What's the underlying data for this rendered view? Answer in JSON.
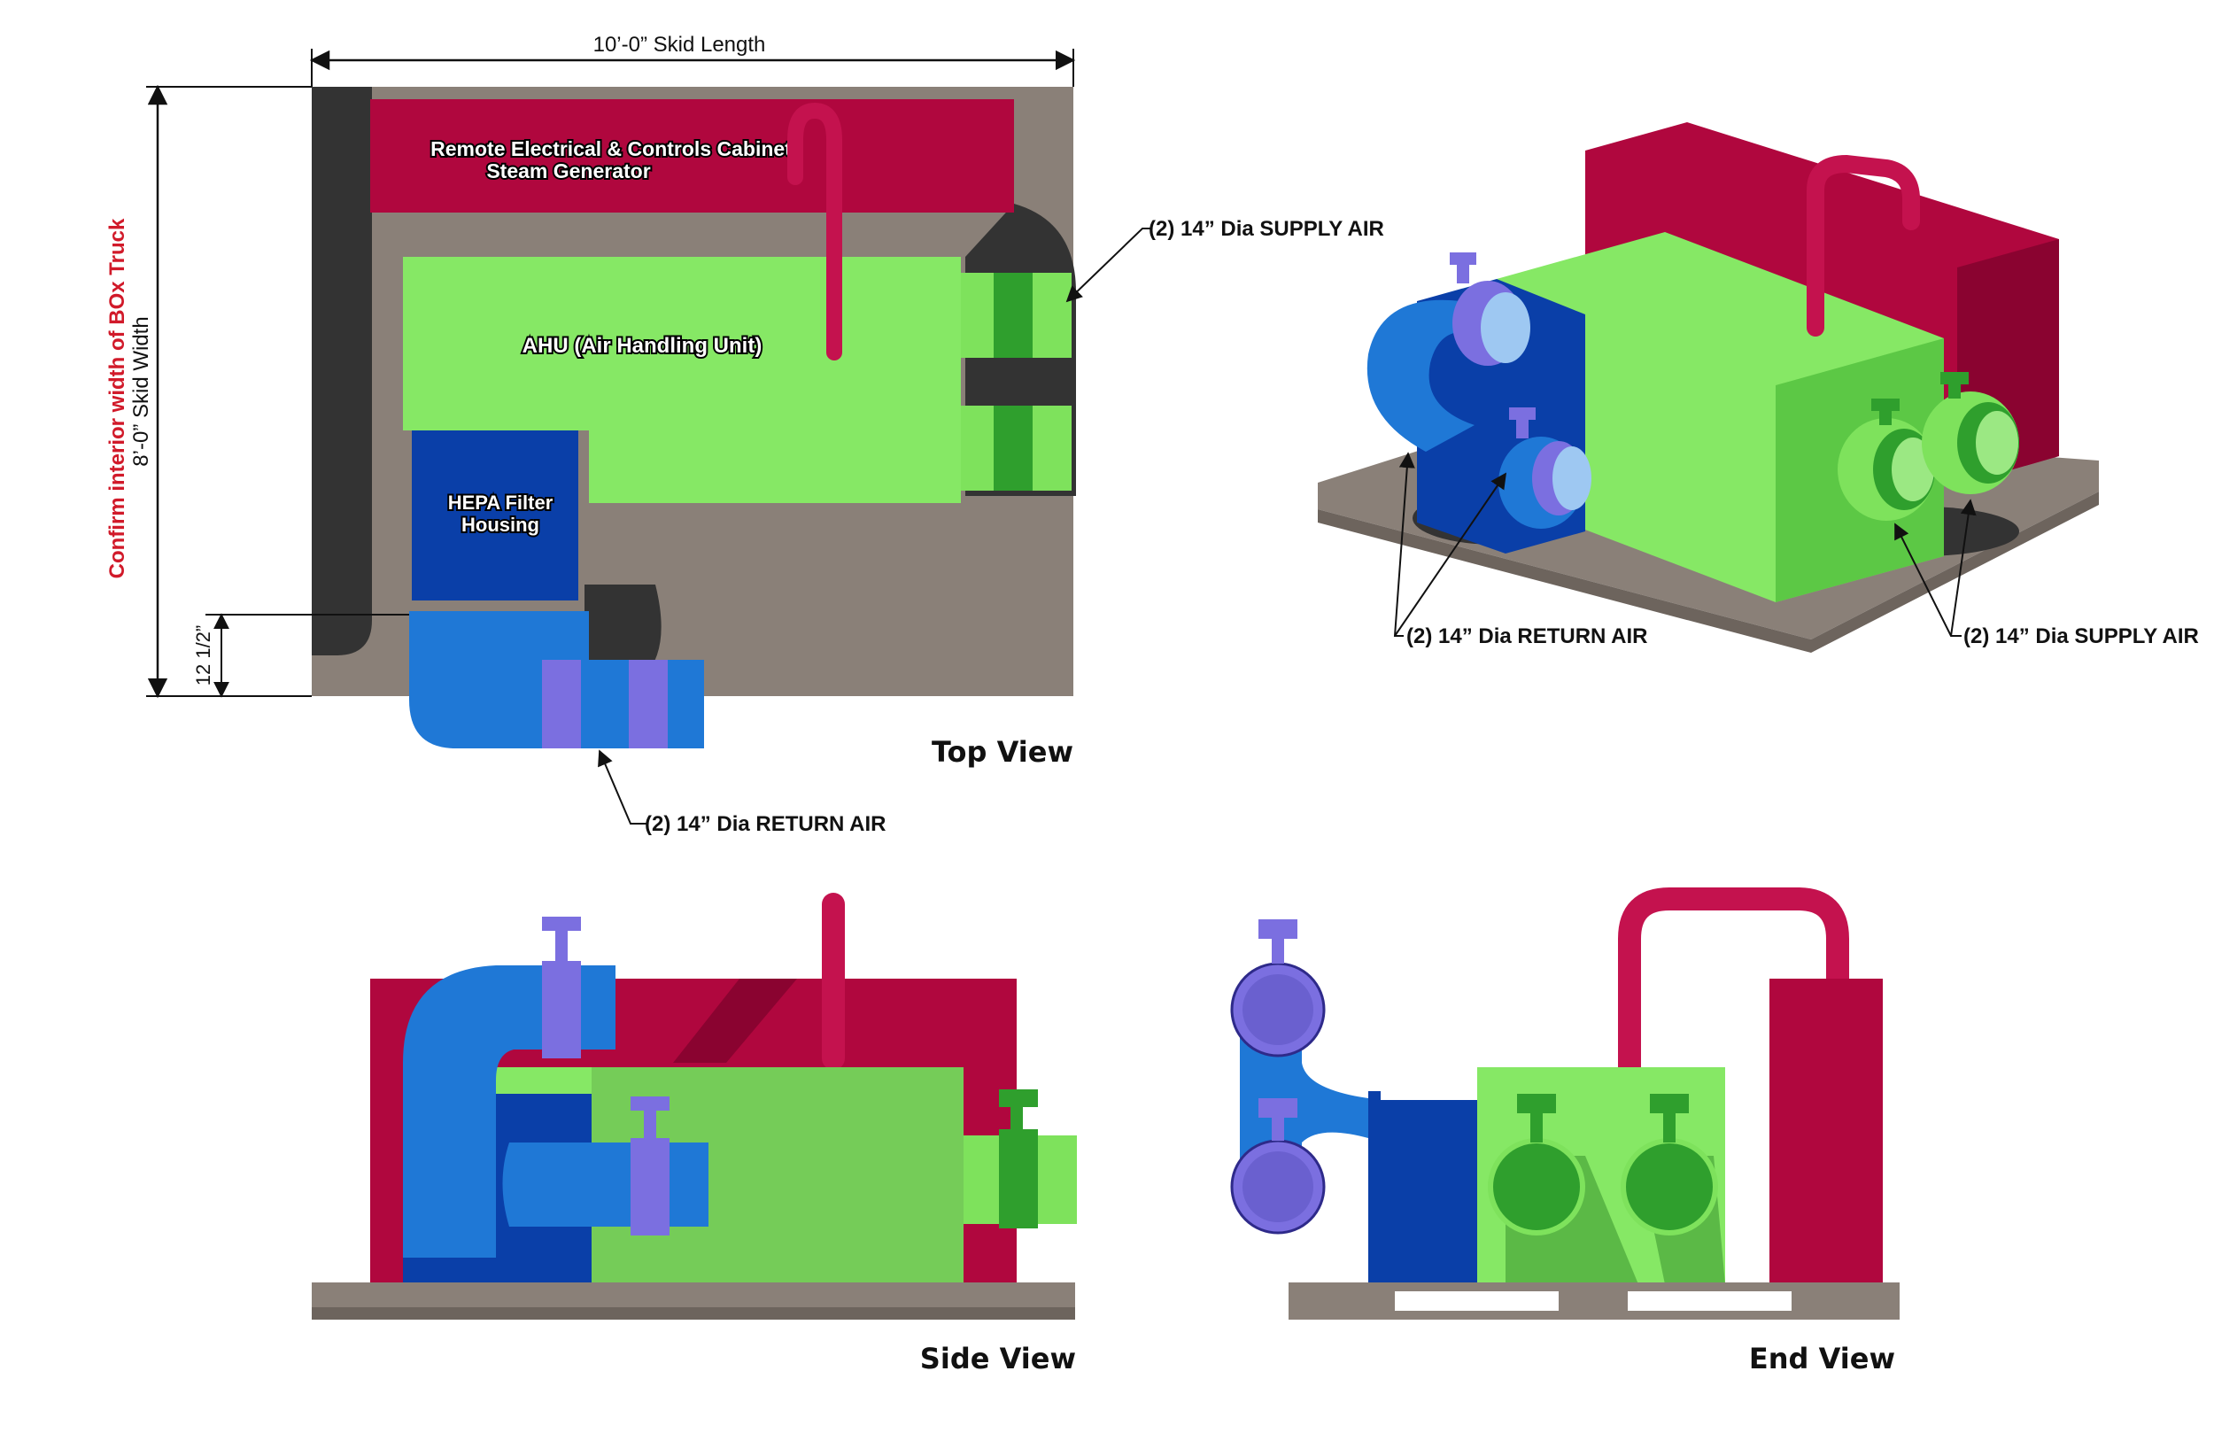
{
  "colors": {
    "cabinet": "#b0073e",
    "cabinet_dark": "#8a0330",
    "ahu": "#86e865",
    "ahu_dark": "#5cc845",
    "supply": "#7ee25c",
    "supply_dark": "#2f9f2d",
    "hepa": "#0a3fa8",
    "return": "#1f78d6",
    "return_dark": "#0f4ea8",
    "collar": "#7b6fe0",
    "skid": "#8a8078",
    "shadow": "#333333",
    "annotation_red": "#d11a2a"
  },
  "top_view": {
    "title": "Top View",
    "skid_length": "10’-0” Skid Length",
    "skid_width": "8’-0” Skid Width",
    "confirm_note": "Confirm interior width of BOx Truck",
    "offset_dim": "12 1/2”",
    "cabinet_line1": "Remote Electrical & Controls Cabinet",
    "cabinet_line2": "Steam Generator",
    "ahu_label": "AHU (Air Handling Unit)",
    "hepa_line1": "HEPA Filter",
    "hepa_line2": "Housing",
    "supply_callout": "(2) 14” Dia SUPPLY AIR",
    "return_callout": "(2) 14” Dia RETURN AIR"
  },
  "iso_view": {
    "return_callout": "(2) 14” Dia RETURN AIR",
    "supply_callout": "(2) 14” Dia SUPPLY AIR"
  },
  "side_view": {
    "title": "Side View"
  },
  "end_view": {
    "title": "End View"
  }
}
